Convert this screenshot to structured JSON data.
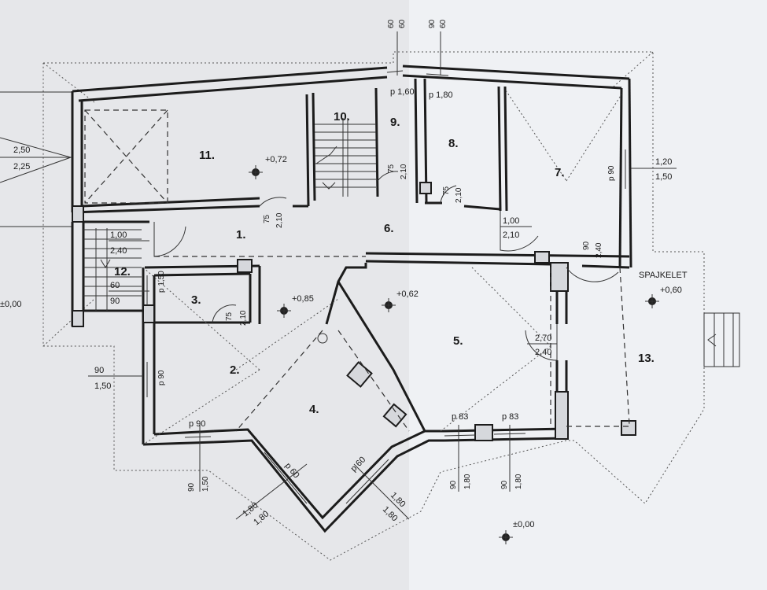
{
  "rooms": [
    {
      "id": "1",
      "label": "1."
    },
    {
      "id": "2",
      "label": "2."
    },
    {
      "id": "3",
      "label": "3."
    },
    {
      "id": "4",
      "label": "4."
    },
    {
      "id": "5",
      "label": "5."
    },
    {
      "id": "6",
      "label": "6."
    },
    {
      "id": "7",
      "label": "7."
    },
    {
      "id": "8",
      "label": "8."
    },
    {
      "id": "9",
      "label": "9."
    },
    {
      "id": "10",
      "label": "10."
    },
    {
      "id": "11",
      "label": "11."
    },
    {
      "id": "12",
      "label": "12."
    },
    {
      "id": "13",
      "label": "13."
    }
  ],
  "levels": {
    "room11": "+0,72",
    "room1": "+0,85",
    "room5": "+0,62",
    "room13": "+0,60",
    "ground": "±0,00",
    "left_edge": "±0,00"
  },
  "dims": {
    "top_60_a": "60",
    "top_60_b": "60",
    "top_90": "90",
    "top_60_c": "60",
    "p160": "p 1,60",
    "p180": "p 1,80",
    "w9_75": "75",
    "w9_210": "2,10",
    "w8_75": "75",
    "w8_210": "2,10",
    "w11_75": "75",
    "w11_210": "2,10",
    "w7_p90": "p 90",
    "w7_120": "1,20",
    "w7_150": "1,50",
    "left_250": "2,50",
    "left_225": "2,25",
    "d100": "1,00",
    "d240": "2,40",
    "d60": "60",
    "d90": "90",
    "p150": "p 1,50",
    "w3_75": "75",
    "w3_210": "2,10",
    "d7_100": "1,00",
    "d7_210": "2,10",
    "d96_90": "90",
    "d96_240": "2,40",
    "d5_270": "2,70",
    "d5_240": "2,40",
    "l_90": "90",
    "l_150": "1,50",
    "l_p90": "p 90",
    "b_p90": "p 90",
    "b_90": "90",
    "b_150": "1,50",
    "b_p60a": "p 60",
    "b_180a": "1,80",
    "b_180b": "1,80",
    "b_p60b": "p 60",
    "b_180c": "1,80",
    "b_180d": "1,80",
    "b_p83a": "p 83",
    "b_p83b": "p 83",
    "b_90a": "90",
    "b_180e": "1,80",
    "b_90b": "90",
    "b_180f": "1,80"
  },
  "partial_label": "SPAJKELET"
}
